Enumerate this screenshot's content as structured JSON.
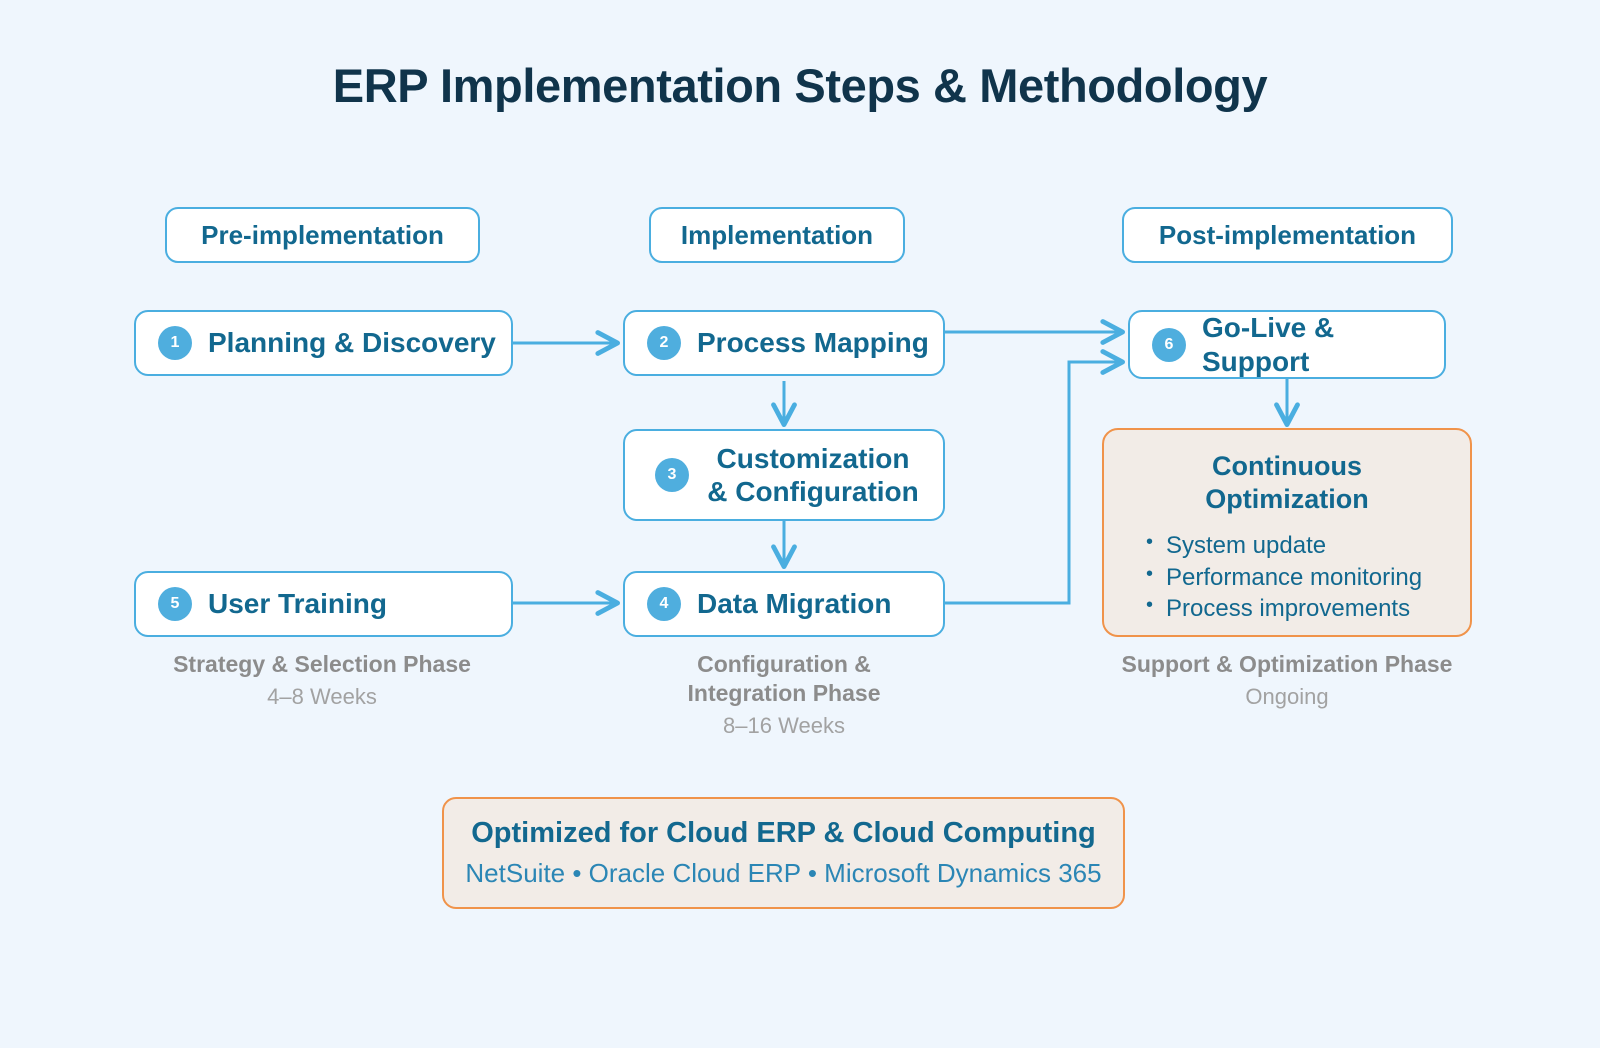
{
  "title": "ERP Implementation Steps & Methodology",
  "colors": {
    "background": "#eff6fd",
    "title_text": "#10344b",
    "accent_blue": "#4aaee0",
    "deep_blue": "#12688f",
    "badge_blue": "#4faede",
    "orange_border": "#f0934a",
    "cream_fill": "#f2ece7",
    "caption_gray": "#8c8c8c",
    "box_fill": "#ffffff"
  },
  "phases": [
    {
      "id": "pre",
      "label": "Pre-implementation"
    },
    {
      "id": "impl",
      "label": "Implementation"
    },
    {
      "id": "post",
      "label": "Post-implementation"
    }
  ],
  "steps": {
    "planning": {
      "number": "1",
      "label": "Planning & Discovery"
    },
    "process": {
      "number": "2",
      "label": "Process Mapping"
    },
    "customization": {
      "number": "3",
      "label": "Customization\n& Configuration"
    },
    "migration": {
      "number": "4",
      "label": "Data Migration"
    },
    "training": {
      "number": "5",
      "label": "User Training"
    },
    "golive": {
      "number": "6",
      "label": "Go-Live & Support"
    }
  },
  "optimization": {
    "title": "Continuous\nOptimization",
    "bullets": [
      "System update",
      "Performance monitoring",
      "Process improvements"
    ]
  },
  "captions": [
    {
      "id": "pre",
      "name": "Strategy & Selection Phase",
      "duration": "4–8 Weeks"
    },
    {
      "id": "impl",
      "name": "Configuration &\nIntegration Phase",
      "duration": "8–16 Weeks"
    },
    {
      "id": "post",
      "name": "Support & Optimization Phase",
      "duration": "Ongoing"
    }
  ],
  "footer": {
    "headline": "Optimized for Cloud ERP & Cloud Computing",
    "subline": "NetSuite • Oracle  Cloud ERP • Microsoft Dynamics 365"
  }
}
